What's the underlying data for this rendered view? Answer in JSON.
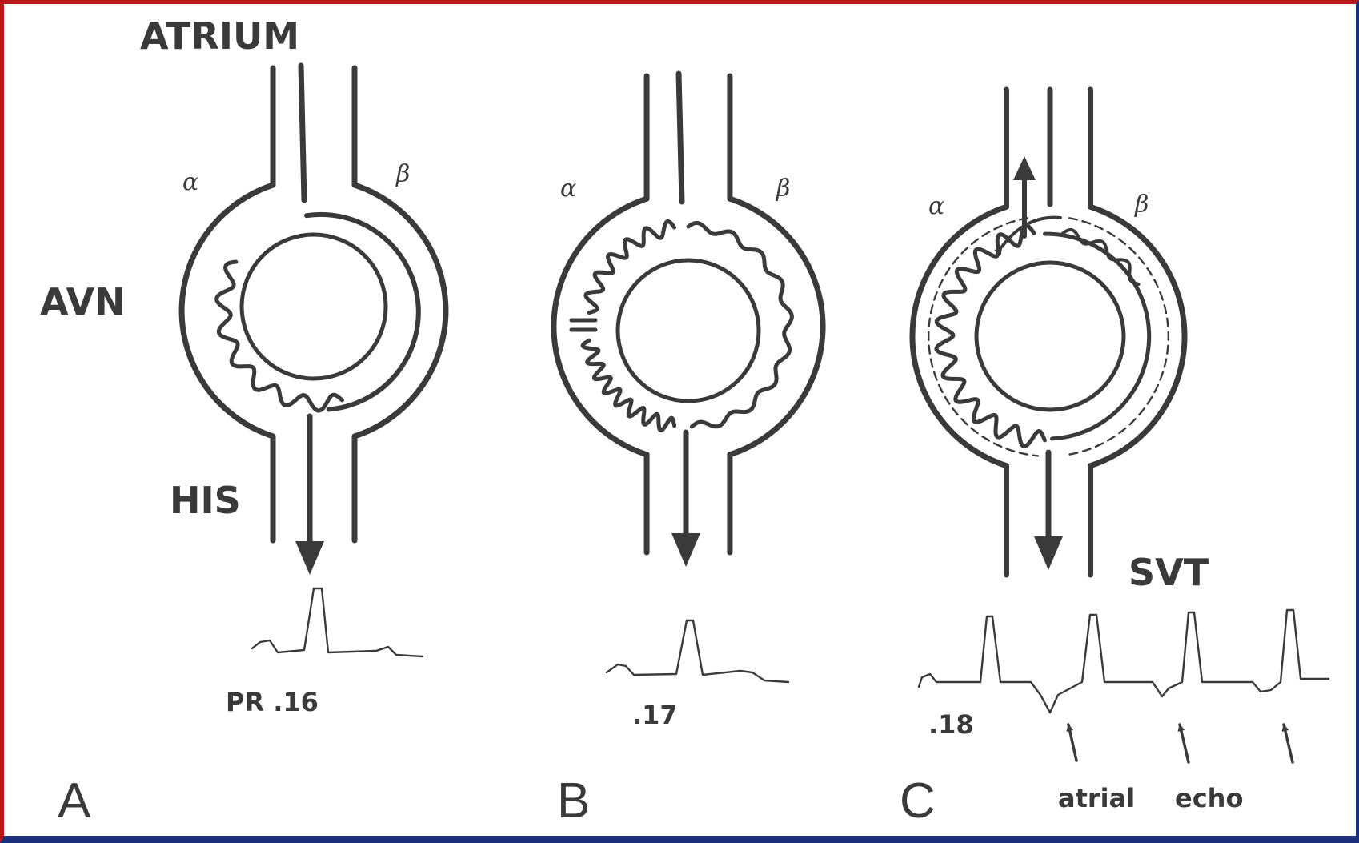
{
  "labels": {
    "atrium": "ATRIUM",
    "avn": "AVN",
    "his": "HIS",
    "svt": "SVT"
  },
  "panels": {
    "a": {
      "letter": "A",
      "pr": "PR .16",
      "alpha": "α",
      "beta": "β"
    },
    "b": {
      "letter": "B",
      "pr": ".17",
      "alpha": "α",
      "beta": "β"
    },
    "c": {
      "letter": "C",
      "pr": ".18",
      "alpha": "α",
      "beta": "β",
      "arrow_labels": [
        "atrial",
        "echo"
      ]
    }
  },
  "colors": {
    "ink": "#3a3a3a",
    "frame_red": "#b81818",
    "frame_blue": "#1c2f7a"
  }
}
